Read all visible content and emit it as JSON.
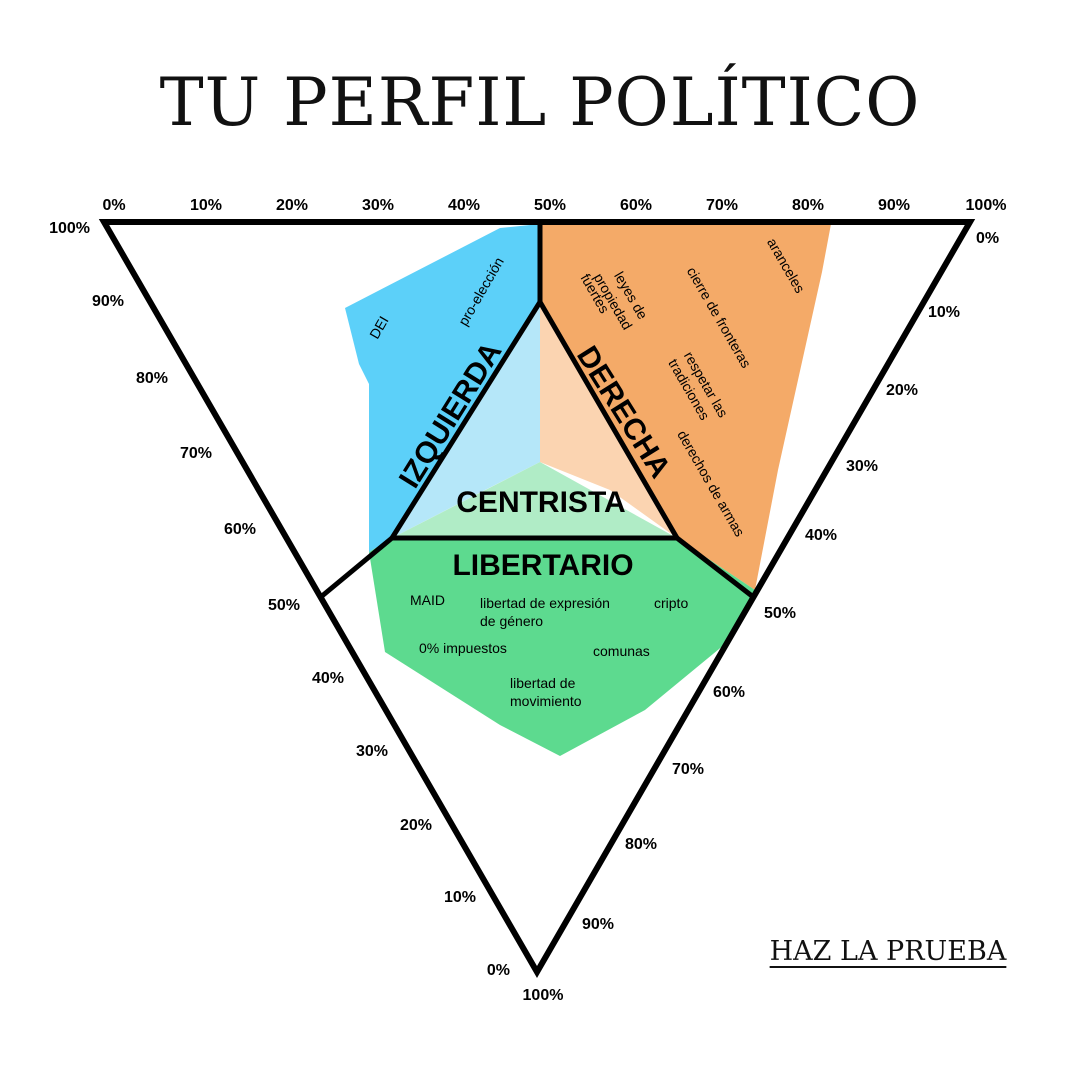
{
  "title": "TU PERFIL POLÍTICO",
  "cta_label": "HAZ LA PRUEBA",
  "colors": {
    "left": "#5CD0F9",
    "left_light": "#B5E7F9",
    "right": "#F4AA68",
    "right_light": "#FBD4B1",
    "libertarian": "#5DDA8F",
    "center_light": "#B0ECC6",
    "outline": "#000000"
  },
  "axes": {
    "top": [
      "0%",
      "10%",
      "20%",
      "30%",
      "40%",
      "50%",
      "60%",
      "70%",
      "80%",
      "90%",
      "100%"
    ],
    "left": [
      "100%",
      "90%",
      "80%",
      "70%",
      "60%",
      "50%",
      "40%",
      "30%",
      "20%",
      "10%",
      "0%"
    ],
    "right": [
      "0%",
      "10%",
      "20%",
      "30%",
      "40%",
      "50%",
      "60%",
      "70%",
      "80%",
      "90%",
      "100%"
    ]
  },
  "regions": {
    "left": "IZQUIERDA",
    "right": "DERECHA",
    "center": "CENTRISTA",
    "libertarian": "LIBERTARIO"
  },
  "issues": {
    "left": [
      "DEI",
      "pro-elección"
    ],
    "right": [
      "leyes de",
      "propiedad",
      "fuertes",
      "aranceles",
      "cierre de fronteras",
      "respetar las",
      "tradiciones",
      "derechos de armas"
    ],
    "libertarian": [
      "MAID",
      "libertad de expresión",
      "de género",
      "cripto",
      "0% impuestos",
      "comunas",
      "libertad de",
      "movimiento"
    ]
  }
}
